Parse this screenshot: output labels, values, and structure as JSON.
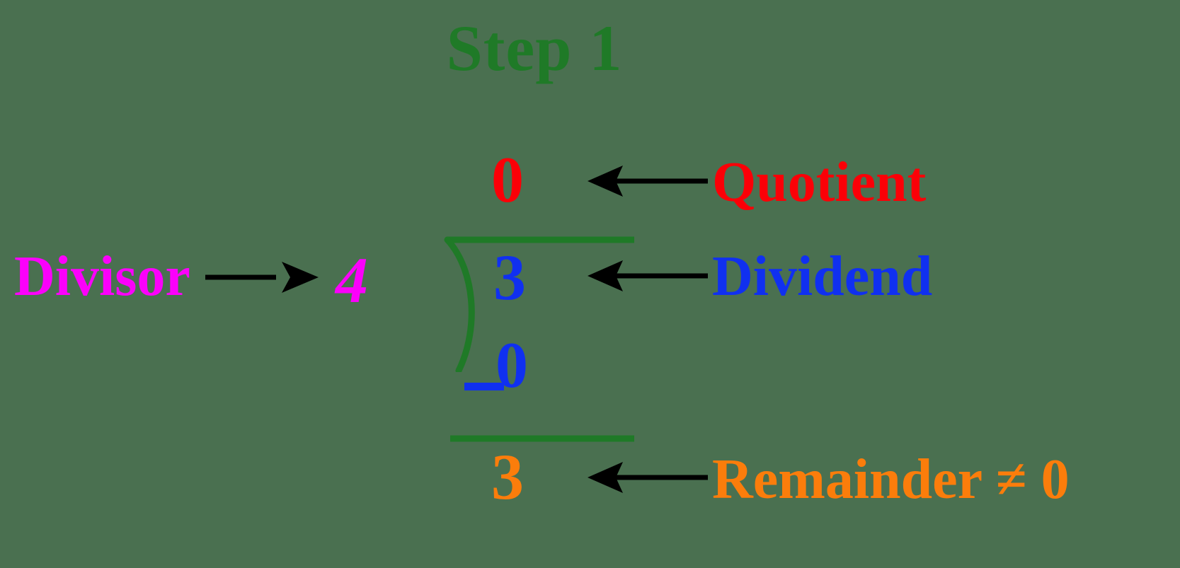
{
  "title": "Step 1",
  "colors": {
    "background": "#4a7050",
    "green": "#1f7a27",
    "red": "#fb0007",
    "blue": "#1030f0",
    "magenta": "#fb00fb",
    "orange": "#fb7d0b",
    "black": "#000000"
  },
  "problem": {
    "divisor": "4",
    "dividend": "3",
    "quotient": "0",
    "subtrahend": "0",
    "minus_sign": "−",
    "remainder": "3"
  },
  "labels": {
    "quotient": "Quotient",
    "dividend": "Dividend",
    "divisor": "Divisor",
    "remainder": "Remainder ≠ 0"
  },
  "arrows": {
    "quotient": "left-arrow",
    "dividend": "left-arrow",
    "remainder": "left-arrow",
    "divisor": "right-arrow"
  }
}
